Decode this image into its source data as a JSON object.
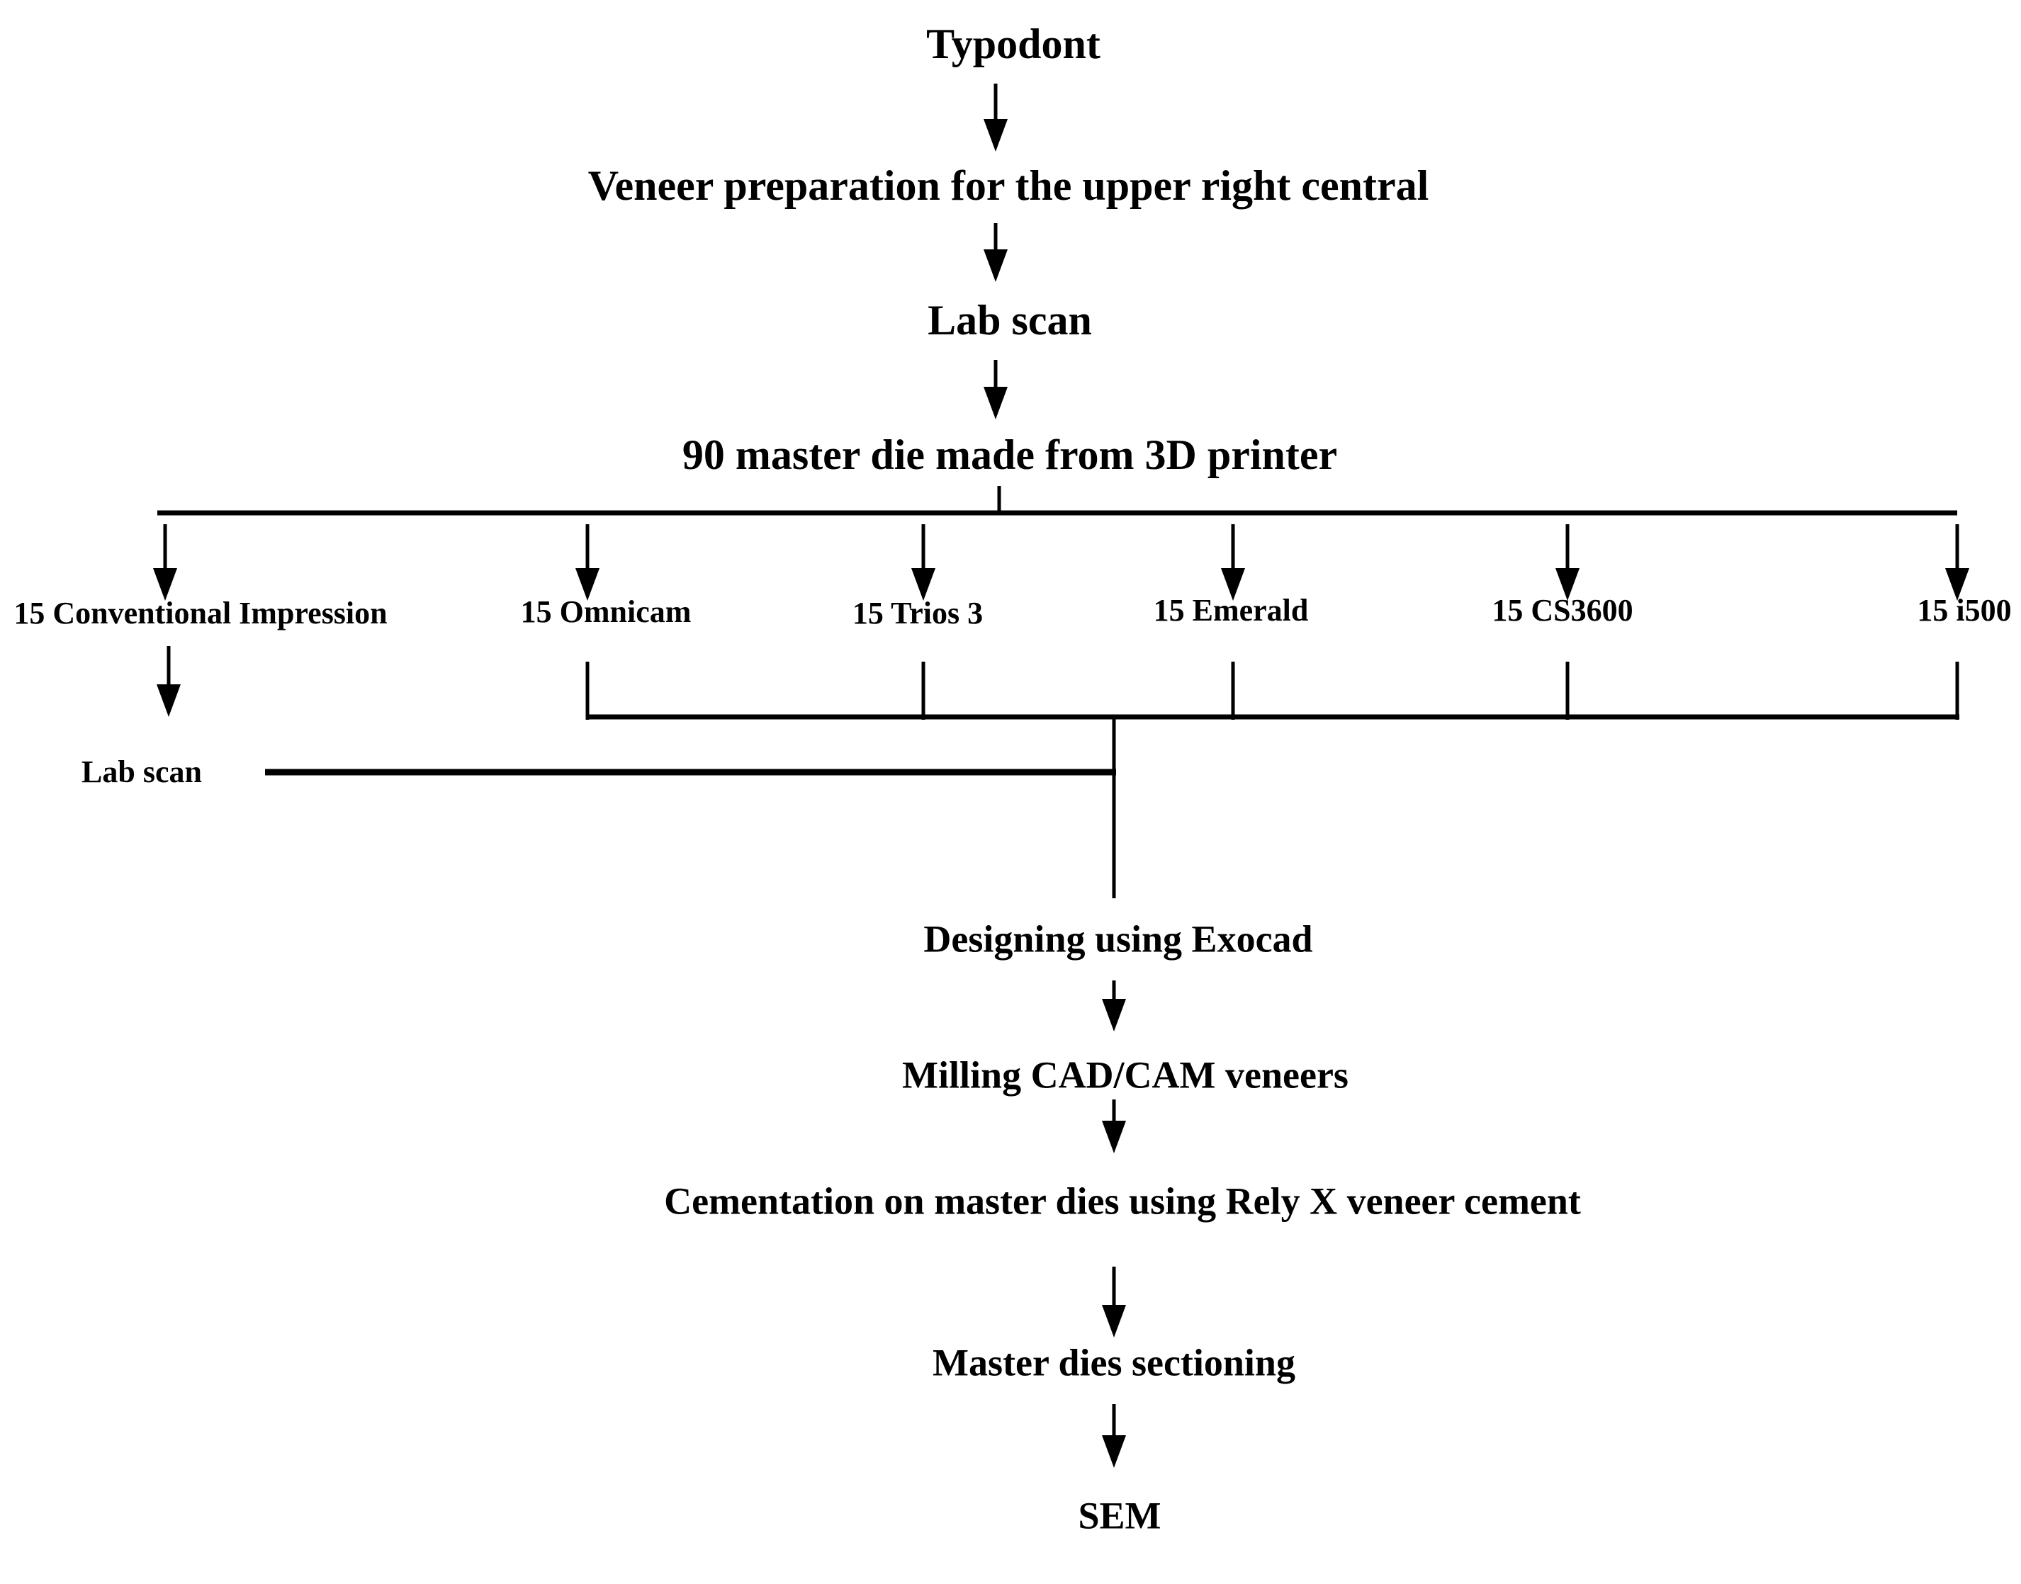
{
  "diagram": {
    "type": "flowchart",
    "background_color": "#ffffff",
    "line_color": "#000000",
    "text_color": "#000000",
    "top_flow": [
      {
        "id": "typodont",
        "label": "Typodont"
      },
      {
        "id": "veneer-prep",
        "label": "Veneer preparation for the upper right central"
      },
      {
        "id": "lab-scan",
        "label": "Lab scan"
      },
      {
        "id": "master-die",
        "label": "90 master die made from 3D printer"
      }
    ],
    "branches": [
      {
        "id": "conventional-impression",
        "label": "15 Conventional Impression"
      },
      {
        "id": "omnicam",
        "label": "15 Omnicam"
      },
      {
        "id": "trios-3",
        "label": "15 Trios 3"
      },
      {
        "id": "emerald",
        "label": "15 Emerald"
      },
      {
        "id": "cs3600",
        "label": "15 CS3600"
      },
      {
        "id": "i500",
        "label": "15 i500"
      }
    ],
    "conventional_sub_step": {
      "id": "lab-scan-2",
      "label": "Lab scan"
    },
    "bottom_flow": [
      {
        "id": "designing",
        "label": "Designing using Exocad"
      },
      {
        "id": "milling",
        "label": "Milling CAD/CAM veneers"
      },
      {
        "id": "cementation",
        "label": "Cementation on master dies using Rely X veneer cement"
      },
      {
        "id": "sectioning",
        "label": "Master dies sectioning"
      },
      {
        "id": "sem",
        "label": "SEM"
      }
    ],
    "edges": [
      [
        "Typodont",
        "Veneer preparation for the upper right central"
      ],
      [
        "Veneer preparation for the upper right central",
        "Lab scan"
      ],
      [
        "Lab scan",
        "90 master die made from 3D printer"
      ],
      [
        "90 master die made from 3D printer",
        "15 Conventional Impression"
      ],
      [
        "90 master die made from 3D printer",
        "15 Omnicam"
      ],
      [
        "90 master die made from 3D printer",
        "15 Trios 3"
      ],
      [
        "90 master die made from 3D printer",
        "15 Emerald"
      ],
      [
        "90 master die made from 3D printer",
        "15 CS3600"
      ],
      [
        "90 master die made from 3D printer",
        "15 i500"
      ],
      [
        "15 Conventional Impression",
        "Lab scan"
      ],
      [
        "Lab scan",
        "Designing using Exocad"
      ],
      [
        "15 Omnicam",
        "Designing using Exocad"
      ],
      [
        "15 Trios 3",
        "Designing using Exocad"
      ],
      [
        "15 Emerald",
        "Designing using Exocad"
      ],
      [
        "15 CS3600",
        "Designing using Exocad"
      ],
      [
        "15 i500",
        "Designing using Exocad"
      ],
      [
        "Designing using Exocad",
        "Milling CAD/CAM veneers"
      ],
      [
        "Milling CAD/CAM veneers",
        "Cementation on master dies using Rely X veneer cement"
      ],
      [
        "Cementation on master dies using Rely X veneer cement",
        "Master dies sectioning"
      ],
      [
        "Master dies sectioning",
        "SEM"
      ]
    ]
  }
}
